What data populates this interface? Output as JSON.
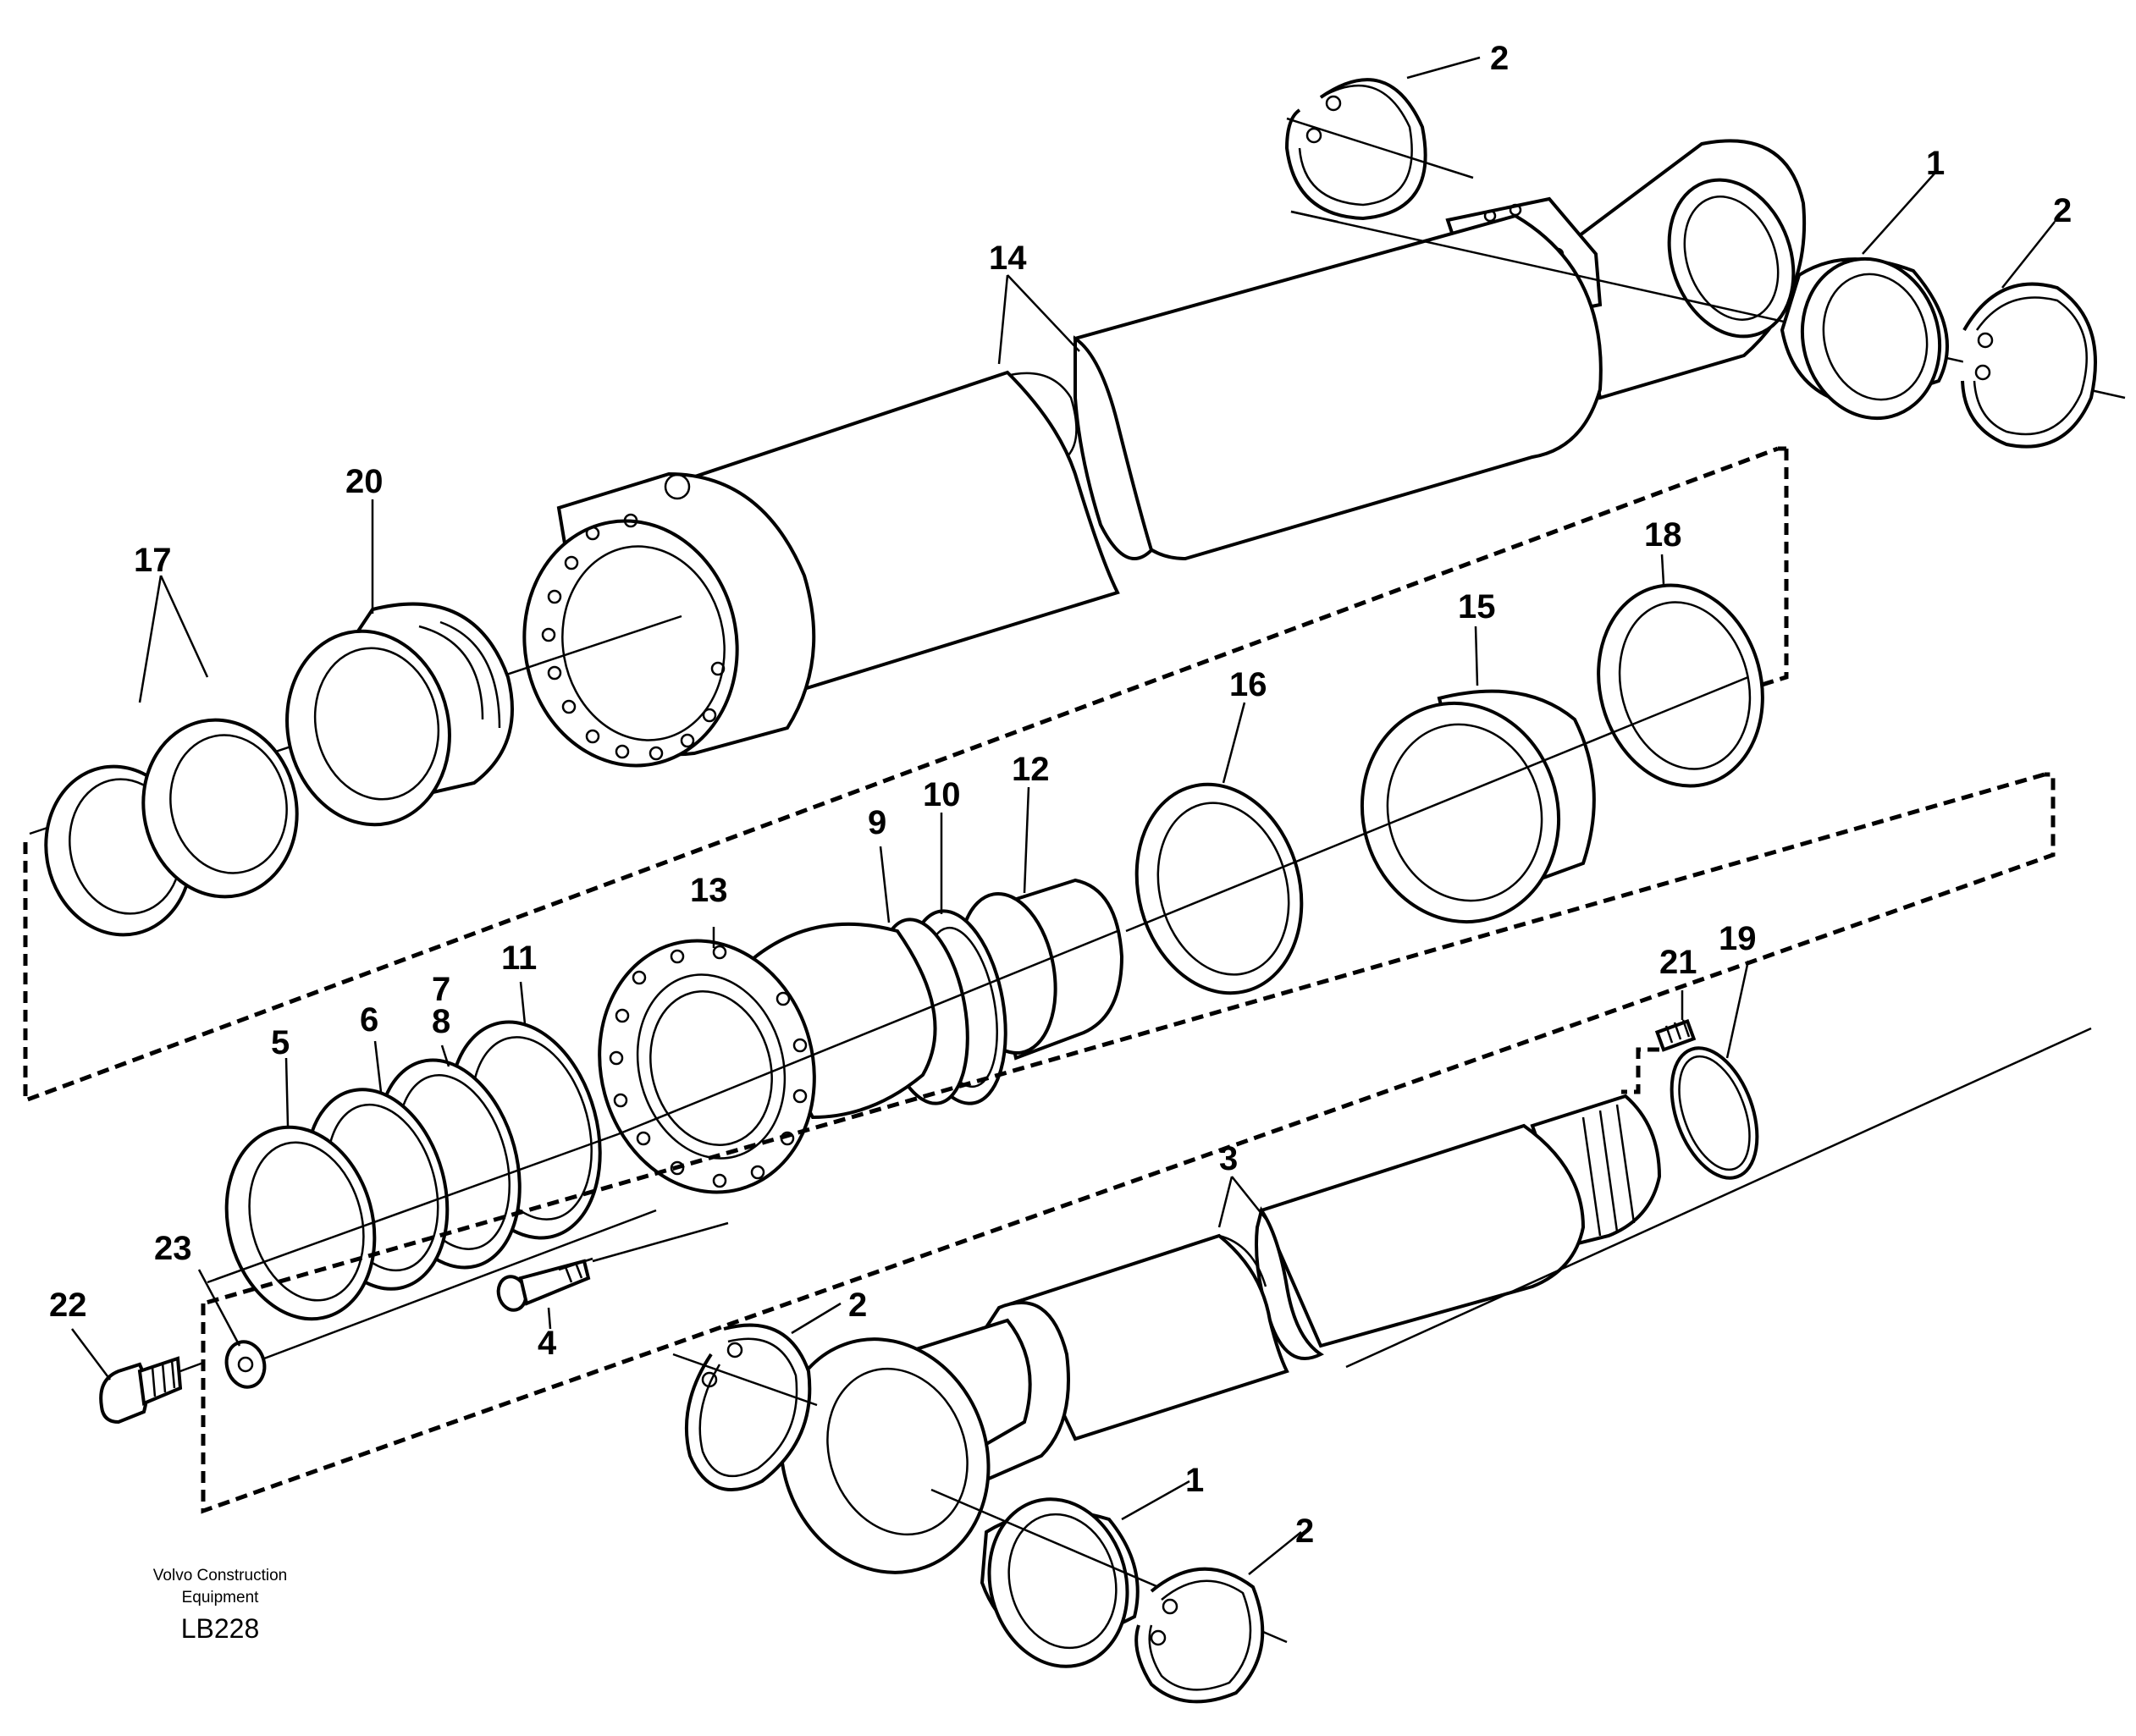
{
  "callouts": {
    "c2_top": "2",
    "c1_top": "1",
    "c2_topright": "2",
    "c14": "14",
    "c20": "20",
    "c17": "17",
    "c18": "18",
    "c15": "15",
    "c16": "16",
    "c12": "12",
    "c10": "10",
    "c9": "9",
    "c13": "13",
    "c11": "11",
    "c7": "7",
    "c8": "8",
    "c6": "6",
    "c5": "5",
    "c21": "21",
    "c19": "19",
    "c3": "3",
    "c23": "23",
    "c22": "22",
    "c4": "4",
    "c2_mid": "2",
    "c1_bottom": "1",
    "c2_bottom": "2"
  },
  "footer": {
    "brand_line1": "Volvo Construction",
    "brand_line2": "Equipment",
    "code": "LB228"
  }
}
